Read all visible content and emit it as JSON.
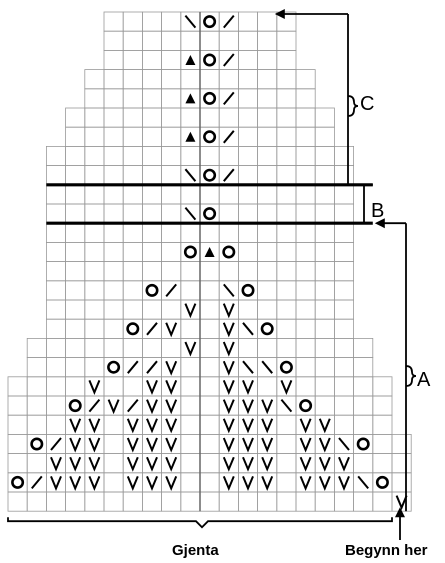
{
  "labels": {
    "section_a": "A",
    "section_b": "B",
    "section_c": "C",
    "repeat": "Gjenta",
    "start": "Begynn her"
  },
  "legend_symbols": {
    "knit_2_tog": "╲",
    "slip_knit_pass": "╱",
    "yarn_over": "O",
    "double_decrease": "▲",
    "stitch_v": "V"
  },
  "colors": {
    "grid_line": "#999999",
    "center_line": "#666666",
    "bold_line": "#000000",
    "symbol": "#000000"
  }
}
